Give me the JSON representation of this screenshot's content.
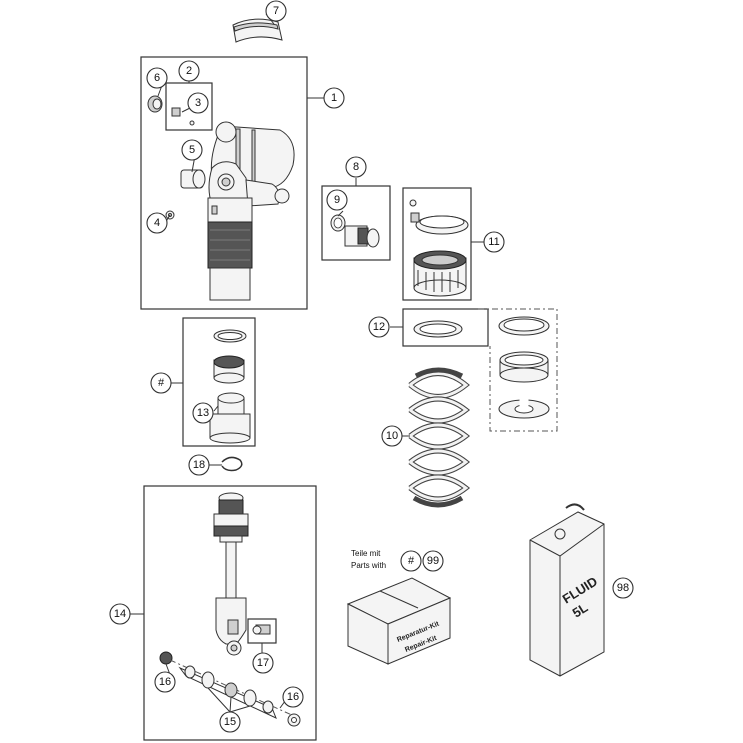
{
  "callouts": [
    {
      "id": "c1",
      "label": "1"
    },
    {
      "id": "c2",
      "label": "2"
    },
    {
      "id": "c3",
      "label": "3"
    },
    {
      "id": "c4",
      "label": "4"
    },
    {
      "id": "c5",
      "label": "5"
    },
    {
      "id": "c6",
      "label": "6"
    },
    {
      "id": "c7",
      "label": "7"
    },
    {
      "id": "c8",
      "label": "8"
    },
    {
      "id": "c9",
      "label": "9"
    },
    {
      "id": "c10",
      "label": "10"
    },
    {
      "id": "c11",
      "label": "11"
    },
    {
      "id": "c12",
      "label": "12"
    },
    {
      "id": "c13",
      "label": "13"
    },
    {
      "id": "c14",
      "label": "14"
    },
    {
      "id": "c15",
      "label": "15"
    },
    {
      "id": "c16a",
      "label": "16"
    },
    {
      "id": "c16b",
      "label": "16"
    },
    {
      "id": "c17",
      "label": "17"
    },
    {
      "id": "c18",
      "label": "18"
    },
    {
      "id": "chash",
      "label": "#"
    },
    {
      "id": "chash2",
      "label": "#"
    },
    {
      "id": "c99",
      "label": "99"
    },
    {
      "id": "c98",
      "label": "98"
    }
  ],
  "notes": {
    "teile_mit": "Teile mit",
    "parts_with": "Parts with"
  },
  "kit_box": {
    "line1": "Reparatur-Kit",
    "line2": "Repair-Kit"
  },
  "fluid_can": {
    "line1": "FLUID",
    "line2": "5L"
  }
}
